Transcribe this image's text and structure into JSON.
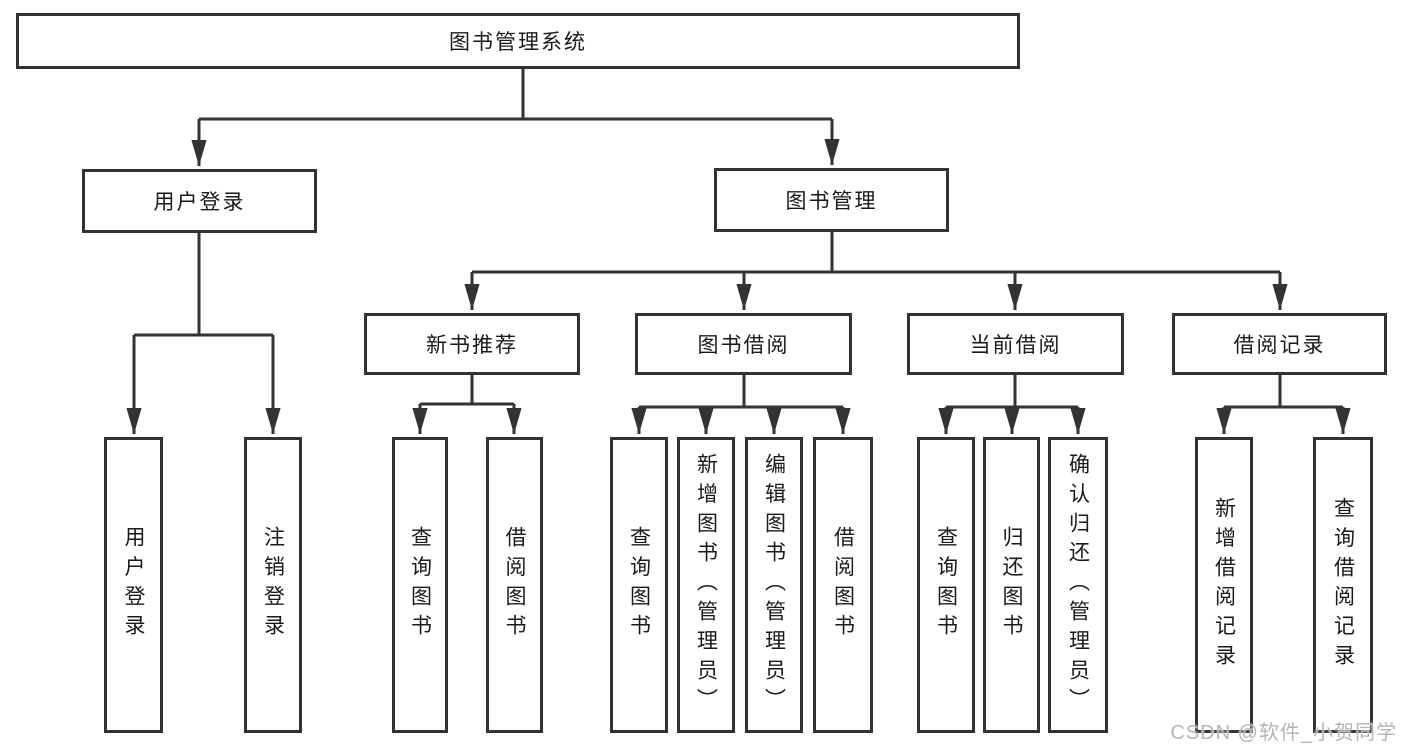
{
  "diagram": {
    "title": "图书管理系统",
    "level2": {
      "user_login": "用户登录",
      "book_management": "图书管理"
    },
    "level3": {
      "new_book_recommend": "新书推荐",
      "book_borrow": "图书借阅",
      "current_borrow": "当前借阅",
      "borrow_records": "借阅记录"
    },
    "leaves": {
      "user_login": "用户登录",
      "logout": "注销登录",
      "recommend_query_books": "查询图书",
      "recommend_borrow_books": "借阅图书",
      "borrow_query_books": "查询图书",
      "borrow_add_books_admin": "新增图书（管理员）",
      "borrow_edit_books_admin": "编辑图书（管理员）",
      "borrow_borrow_books": "借阅图书",
      "current_query_books": "查询图书",
      "current_return_books": "归还图书",
      "current_confirm_return_admin": "确认归还（管理员）",
      "records_add_borrow_record": "新增借阅记录",
      "records_query_borrow_record": "查询借阅记录"
    }
  },
  "watermark": {
    "text": "CSDN @软件_小贺同学"
  },
  "colors": {
    "line": "#333333",
    "box_border": "#333333",
    "box_background": "#ffffff",
    "text": "#1a1a1a",
    "watermark": "#b5b5b5",
    "page_background": "#ffffff"
  }
}
